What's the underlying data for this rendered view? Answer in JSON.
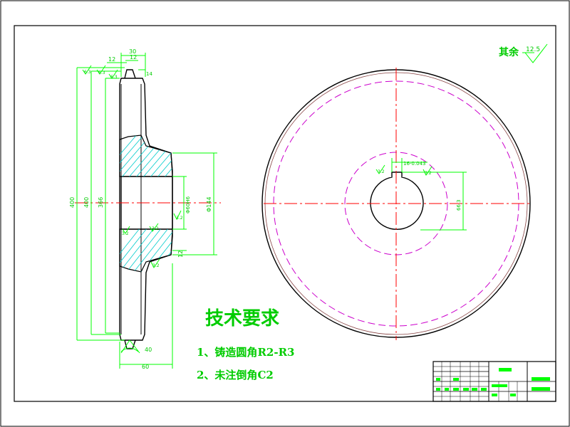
{
  "surface_note": {
    "label": "其余",
    "value": "12.5"
  },
  "technical_requirements": {
    "title": "技术要求",
    "items": [
      "1、铸造圆角R2-R3",
      "2、未注倒角C2"
    ]
  },
  "dimensions": {
    "top_overall": "30",
    "top_left": "12",
    "top_groove": "12",
    "right_small": "14",
    "dia_outer": "400",
    "dia_mid": "400",
    "dia_inner": "366",
    "hub_dia": "Φ144",
    "bore_dia": "Φ60H6",
    "bottom_width": "60",
    "angle": "40",
    "chamfer": "12",
    "keyway_width": "16-0.043",
    "keyway_depth": "66.3"
  },
  "roughness_marks": [
    "6.3",
    "6.3",
    "6.3",
    "3.2",
    "3.2",
    "3.2",
    "3.2"
  ],
  "colors": {
    "geometry": "#000000",
    "dimension": "#00ff00",
    "centerline": "#ff0000",
    "hidden": "#cc00cc"
  }
}
